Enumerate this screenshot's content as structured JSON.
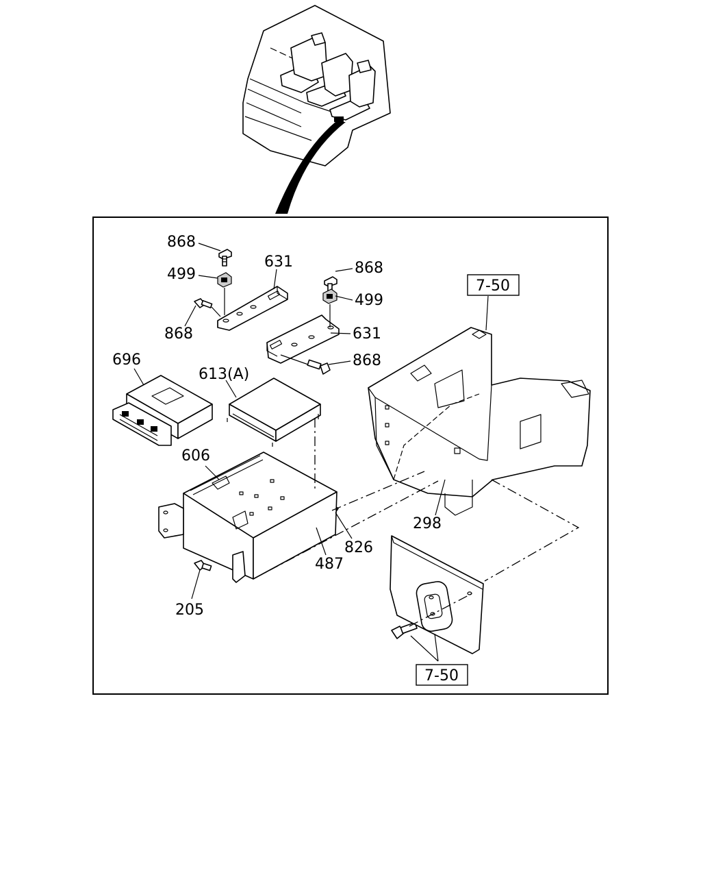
{
  "callouts": {
    "c868a": "868",
    "c499a": "499",
    "c868b": "868",
    "c631a": "631",
    "c868c": "868",
    "c499b": "499",
    "c631b": "631",
    "c868d": "868",
    "c696": "696",
    "c613": "613(A)",
    "c606": "606",
    "c298": "298",
    "c826": "826",
    "c487": "487",
    "c205": "205"
  },
  "references": {
    "ref_top": "7-50",
    "ref_bottom": "7-50"
  }
}
